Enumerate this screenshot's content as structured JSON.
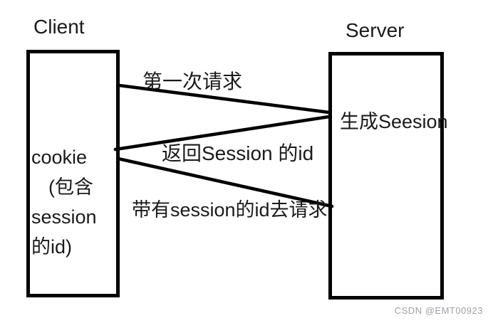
{
  "diagram": {
    "client": {
      "title": "Client",
      "note_lines": [
        "cookie",
        "(包含",
        "session",
        "的id)"
      ]
    },
    "server": {
      "title": "Server",
      "note": "生成Seesion"
    },
    "edges": [
      {
        "label": "第一次请求"
      },
      {
        "label": "返回Session 的id"
      },
      {
        "label": "带有session的id去请求"
      }
    ]
  },
  "watermark": {
    "text": "CSDN @EMT00923"
  },
  "colors": {
    "line": "#000000",
    "background": "#ffffff",
    "watermark": "#9da0a4"
  }
}
